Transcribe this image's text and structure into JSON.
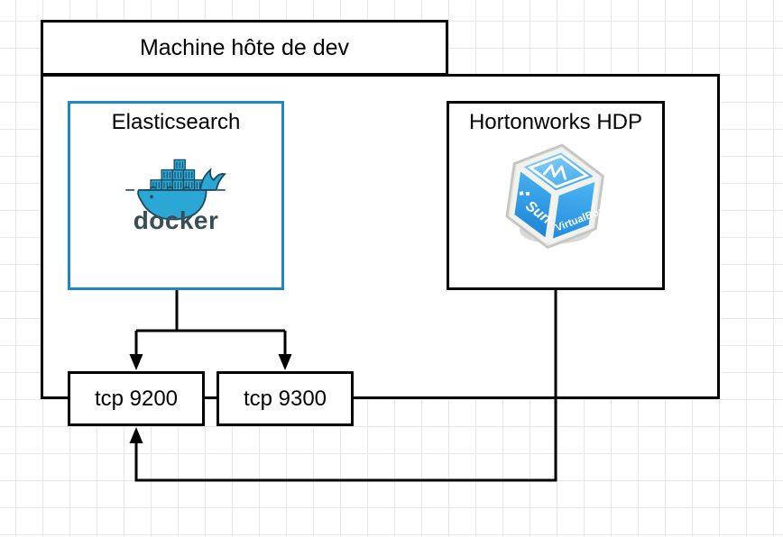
{
  "host": {
    "title": "Machine hôte de dev"
  },
  "elasticsearch": {
    "title": "Elasticsearch",
    "logo": {
      "name": "docker-logo",
      "wordmark": "docker"
    }
  },
  "hortonworks": {
    "title": "Hortonworks HDP",
    "logo": {
      "name": "virtualbox-logo",
      "face_texts": {
        "left": "Sun",
        "right": "VirtualBox"
      }
    }
  },
  "ports": [
    {
      "label": "tcp 9200"
    },
    {
      "label": "tcp 9300"
    }
  ],
  "connections": [
    {
      "from": "Elasticsearch",
      "to": "tcp 9200",
      "style": "arrow"
    },
    {
      "from": "Elasticsearch",
      "to": "tcp 9300",
      "style": "arrow"
    },
    {
      "from": "Hortonworks HDP",
      "to": "tcp 9200",
      "style": "arrow"
    }
  ],
  "colors": {
    "stroke": "#000000",
    "elasticsearch_border": "#1e88c7",
    "docker_blue": "#2ba7d6",
    "docker_outline": "#1d4c5f",
    "docker_text": "#394d54",
    "grid": "#e8e8e8",
    "canvas_bg": "#ffffff"
  }
}
